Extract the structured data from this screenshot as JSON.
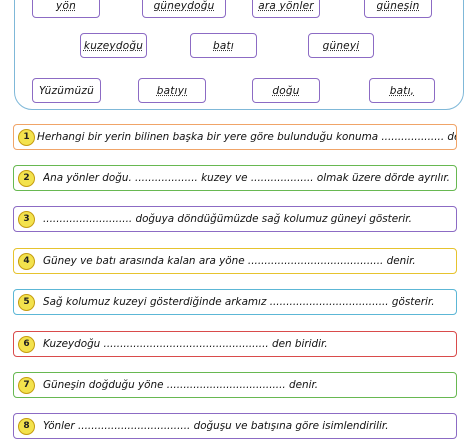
{
  "word_bank": [
    "yön",
    "güneydoğu",
    "ara yönler",
    "güneşin",
    "kuzeydoğu",
    "batı",
    "güneyi",
    "Yüzümüzü",
    "batıyı",
    "doğu",
    "batı,"
  ],
  "questions": [
    {
      "number": "1",
      "color": "#f0a468",
      "text": "Herhangi bir yerin bilinen başka bir yere göre bulunduğu konuma ................... denir."
    },
    {
      "number": "2",
      "color": "#67b851",
      "text": "Ana yönler doğu. ...................  kuzey ve  ...................  olmak üzere dörde ayrılır."
    },
    {
      "number": "3",
      "color": "#8c6bc4",
      "text": "...........................  doğuya döndüğümüzde sağ kolumuz güneyi gösterir."
    },
    {
      "number": "4",
      "color": "#e6c32e",
      "text": "Güney ve batı arasında kalan ara yöne  .........................................  denir."
    },
    {
      "number": "5",
      "color": "#5cb7d6",
      "text": "Sağ kolumuz kuzeyi gösterdiğinde arkamız  ....................................  gösterir."
    },
    {
      "number": "6",
      "color": "#d94b4b",
      "text": "Kuzeydoğu  ..................................................  den biridir."
    },
    {
      "number": "7",
      "color": "#67b851",
      "text": "Güneşin doğduğu yöne  ....................................  denir."
    },
    {
      "number": "8",
      "color": "#8c6bc4",
      "text": "Yönler  ..................................  doğuşu ve batışına göre isimlendirilir."
    }
  ]
}
